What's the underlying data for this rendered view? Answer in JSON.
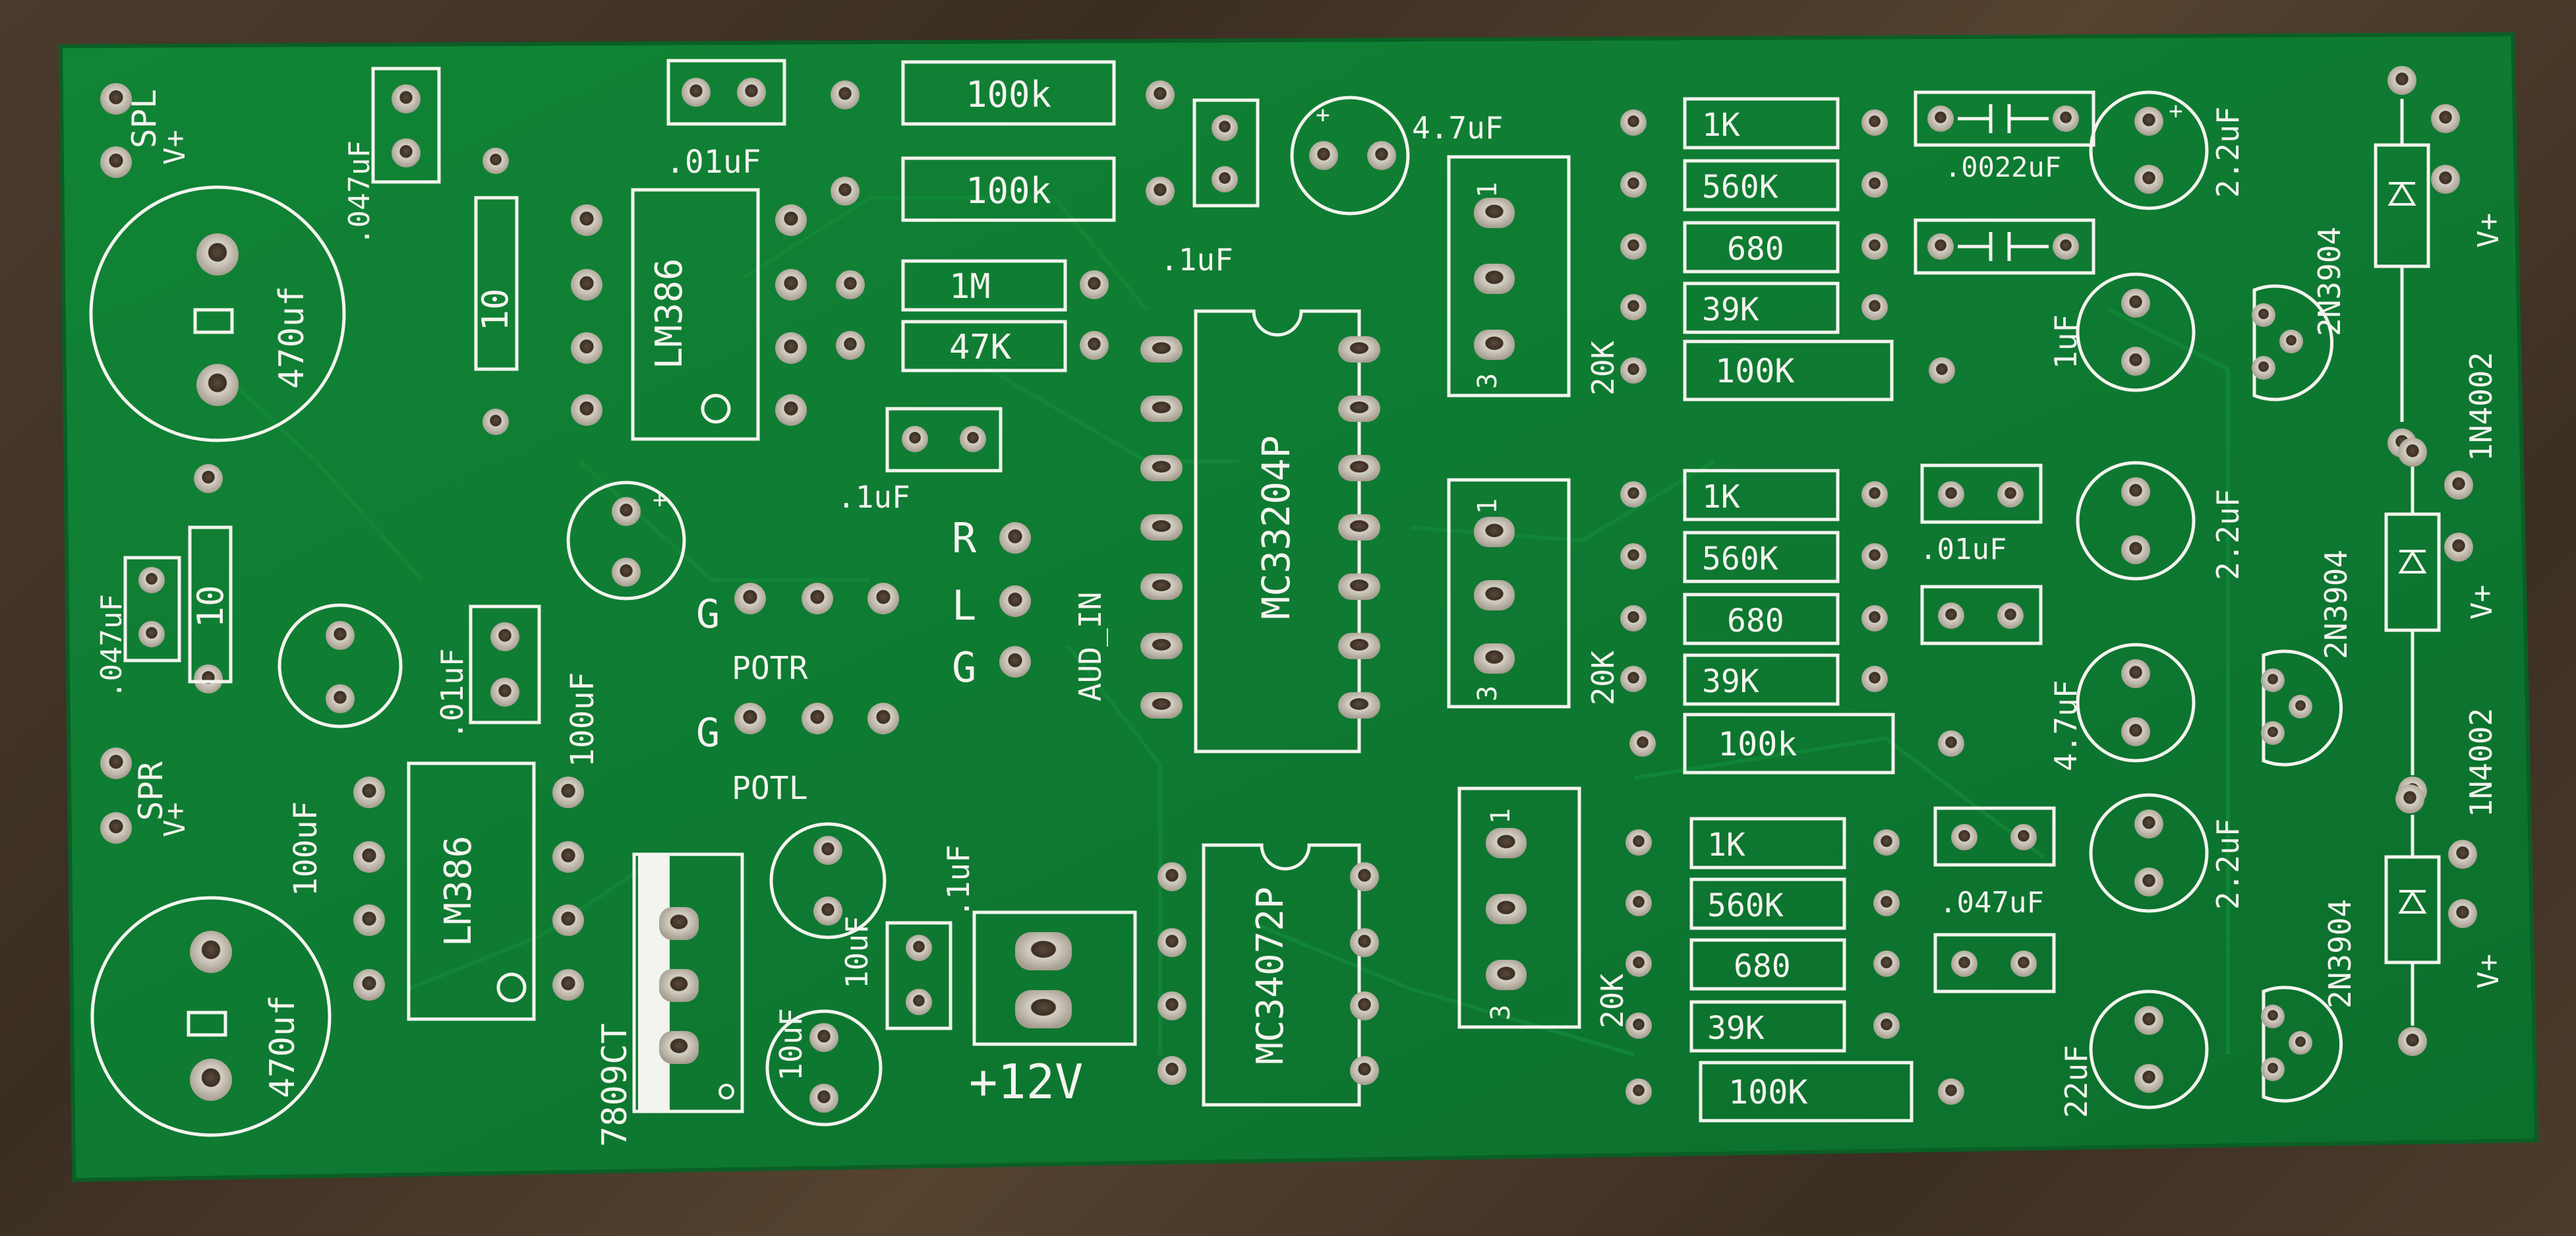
{
  "board": {
    "color": "#0e7a32",
    "silkscreen_color": "#f4f4ee",
    "pad_color": "#c9c3b6"
  },
  "labels": {
    "spl": "SPL",
    "spr": "SPR",
    "v_plus": "V+",
    "c_047_a": ".047uF",
    "c_047_b": ".047uF",
    "c_047_c": ".047uF",
    "c_01_a": ".01uF",
    "c_01_b": ".01uF",
    "c_01_c": ".01uF",
    "c_1_a": ".1uF",
    "c_1_b": ".1uF",
    "c_1_c": ".1uF",
    "c_0022": ".0022uF",
    "cap_470_a": "470uf",
    "cap_470_b": "470uf",
    "cap_100_a": "100uF",
    "cap_100_b": "100uF",
    "cap_47_a": "4.7uF",
    "cap_47_b": "4.7uF",
    "cap_22_a": "2.2uF",
    "cap_22_b": "2.2uF",
    "cap_22_c": "2.2uF",
    "cap_22uf": "22uF",
    "cap_1uf": "1uF",
    "cap_10_a": "10uF",
    "cap_10_b": "10uF",
    "r_10_a": "10",
    "r_10_b": "10",
    "r_100k_a": "100k",
    "r_100k_b": "100k",
    "r_1m": "1M",
    "r_47k": "47K",
    "r_1k": "1K",
    "r_560k": "560K",
    "r_680": "680",
    "r_39k": "39K",
    "r_100k_cap": "100K",
    "r_100k_low": "100k",
    "lm386": "LM386",
    "mc33204p": "MC33204P",
    "mc34072p": "MC34072P",
    "reg": "7809CT",
    "power": "+12V",
    "potr": "POTR",
    "potl": "POTL",
    "g": "G",
    "r": "R",
    "l": "L",
    "aud_in": "AUD_IN",
    "trim": "20K",
    "pin1": "1",
    "pin3": "3",
    "transistor": "2N3904",
    "diode": "1N4002"
  }
}
